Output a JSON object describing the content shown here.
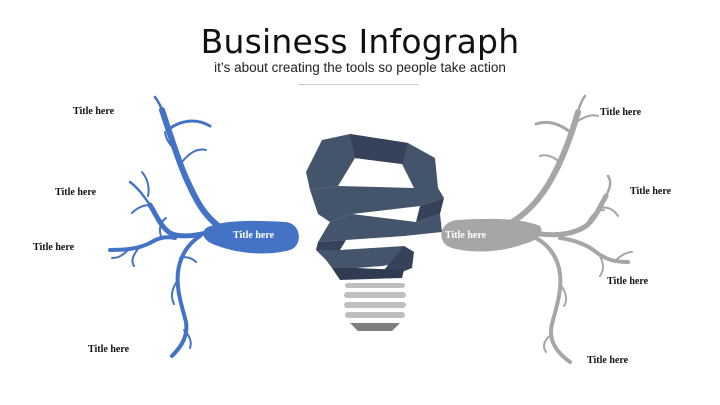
{
  "header": {
    "title": "Business Infograph",
    "subtitle": "it’s about creating the tools so people take action"
  },
  "left_tree": {
    "color": "#4472C4",
    "root_label": "Title here",
    "branch_labels": [
      "Title here",
      "Title here",
      "Title here",
      "Title here"
    ]
  },
  "right_tree": {
    "color": "#A6A6A6",
    "root_label": "Title here",
    "branch_labels": [
      "Title here",
      "Title here",
      "Title here",
      "Title here"
    ]
  },
  "bulb": {
    "body_color": "#44546A",
    "base_color": "#BFBFBF"
  }
}
